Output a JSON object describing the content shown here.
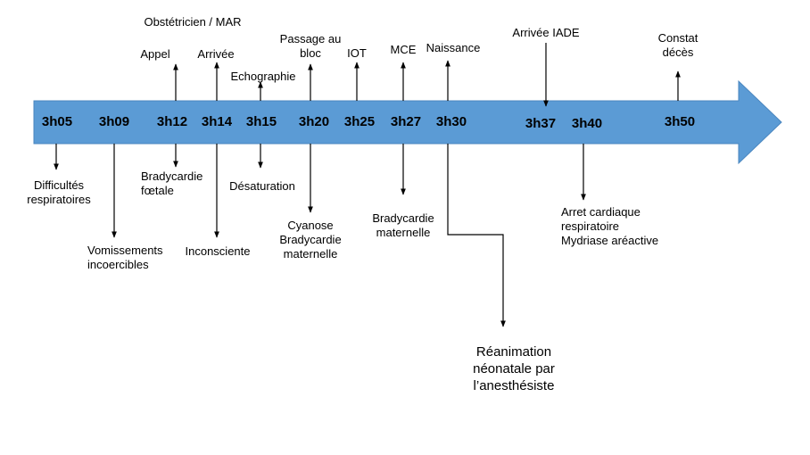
{
  "colors": {
    "arrow_fill": "#5b9bd5",
    "arrow_stroke": "#4a86bf",
    "line": "#000000"
  },
  "times": [
    "3h05",
    "3h09",
    "3h12",
    "3h14",
    "3h15",
    "3h20",
    "3h25",
    "3h27",
    "3h30",
    "3h37",
    "3h40",
    "3h50"
  ],
  "events_above": {
    "obstetricien": "Obstétricien / MAR",
    "appel": "Appel",
    "arrivee": "Arrivée",
    "echographie": "Echographie",
    "passage_bloc": "Passage au\nbloc",
    "iot": "IOT",
    "mce": "MCE",
    "naissance": "Naissance",
    "arrivee_iade": "Arrivée IADE",
    "constat_deces": "Constat\ndécès"
  },
  "events_below": {
    "difficultes": "Difficultés\nrespiratoires",
    "vomissements": "Vomissements\nincoercibles",
    "bradycardie_foetale": "Bradycardie\nfœtale",
    "inconsciente": "Inconsciente",
    "desaturation": "Désaturation",
    "cyanose": "Cyanose\nBradycardie\nmaternelle",
    "bradycardie_maternelle": "Bradycardie\nmaternelle",
    "reanimation": "Réanimation\nnéonatale par\nl’anesthésiste",
    "arret_cardiaque": "Arret cardiaque\nrespiratoire\nMydriase aréactive"
  }
}
